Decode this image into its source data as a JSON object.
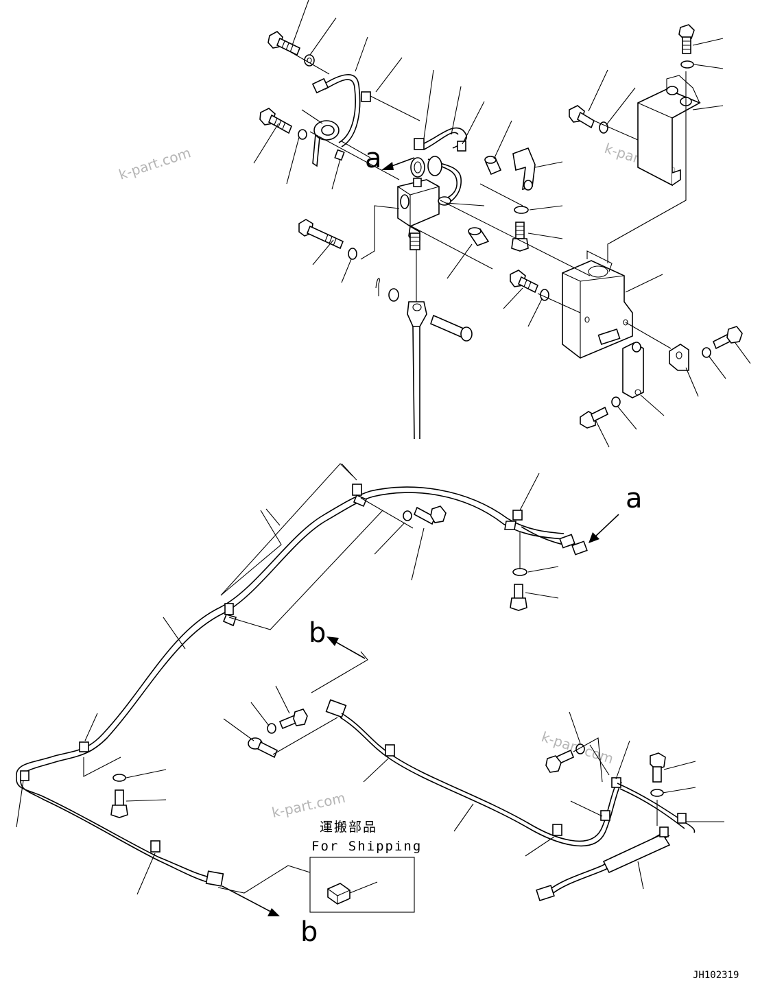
{
  "watermarks": [
    "k-part.com",
    "k-part.com",
    "k-part.com",
    "k-part.com"
  ],
  "callouts": {
    "a_upper": "a",
    "a_lower": "a",
    "b_upper": "b",
    "b_lower": "b"
  },
  "shipping_box": {
    "japanese": "運搬部品",
    "english": "For Shipping"
  },
  "drawing_code": "JH102319"
}
